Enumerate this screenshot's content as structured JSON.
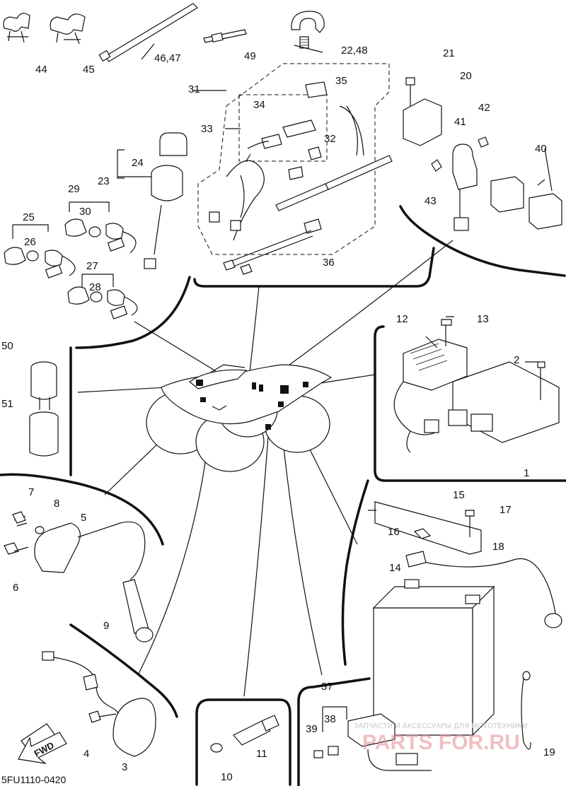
{
  "diagram": {
    "figure_code": "5FU1110-0420",
    "direction_arrow": "FWD",
    "watermark": {
      "small_text": "ЗАПЧАСТИ И АКСЕССУАРЫ ДЛЯ МОТОТЕХНИКИ",
      "logo_text": "PARTS FOR.RU"
    },
    "part_labels": {
      "p1": "1",
      "p2": "2",
      "p3": "3",
      "p4": "4",
      "p5": "5",
      "p6": "6",
      "p7": "7",
      "p8": "8",
      "p9": "9",
      "p10": "10",
      "p11": "11",
      "p12": "12",
      "p13": "13",
      "p14": "14",
      "p15": "15",
      "p16": "16",
      "p17": "17",
      "p18": "18",
      "p19": "19",
      "p20": "20",
      "p21": "21",
      "p22_48": "22,48",
      "p23": "23",
      "p24": "24",
      "p25": "25",
      "p26": "26",
      "p27": "27",
      "p28": "28",
      "p29": "29",
      "p30": "30",
      "p31": "31",
      "p32": "32",
      "p33": "33",
      "p34": "34",
      "p35": "35",
      "p36": "36",
      "p37": "37",
      "p38": "38",
      "p39": "39",
      "p40": "40",
      "p41": "41",
      "p42": "42",
      "p43": "43",
      "p44": "44",
      "p45": "45",
      "p46_47": "46,47",
      "p49": "49",
      "p50": "50",
      "p51": "51"
    }
  }
}
